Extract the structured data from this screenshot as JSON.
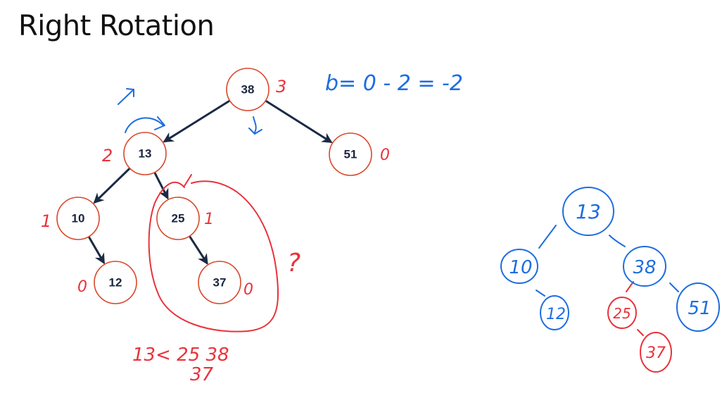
{
  "title": "Right Rotation",
  "tree": {
    "nodes": [
      {
        "id": "n38",
        "label": "38",
        "balance": "3"
      },
      {
        "id": "n13",
        "label": "13",
        "balance": "2"
      },
      {
        "id": "n51",
        "label": "51",
        "balance": "0"
      },
      {
        "id": "n10",
        "label": "10",
        "balance": "1"
      },
      {
        "id": "n25",
        "label": "25",
        "balance": "1"
      },
      {
        "id": "n12",
        "label": "12",
        "balance": "0"
      },
      {
        "id": "n37",
        "label": "37",
        "balance": "0"
      }
    ],
    "edges": [
      [
        "n38",
        "n13"
      ],
      [
        "n38",
        "n51"
      ],
      [
        "n13",
        "n10"
      ],
      [
        "n13",
        "n25"
      ],
      [
        "n10",
        "n12"
      ],
      [
        "n25",
        "n37"
      ]
    ]
  },
  "annotations": {
    "balance_formula": "b= 0 - 2 = -2",
    "question_mark": "?",
    "ordering_line1": "13< 25  38",
    "ordering_line2": "37"
  },
  "rotated_tree": {
    "nodes": [
      {
        "id": "r13",
        "label": "13"
      },
      {
        "id": "r10",
        "label": "10"
      },
      {
        "id": "r38",
        "label": "38"
      },
      {
        "id": "r12",
        "label": "12"
      },
      {
        "id": "r25",
        "label": "25"
      },
      {
        "id": "r51",
        "label": "51"
      },
      {
        "id": "r37",
        "label": "37"
      }
    ]
  },
  "colors": {
    "node_stroke": "#d8482a",
    "edge": "#1b2a44",
    "ink_red": "#e8323a",
    "ink_blue": "#1e6de0"
  }
}
